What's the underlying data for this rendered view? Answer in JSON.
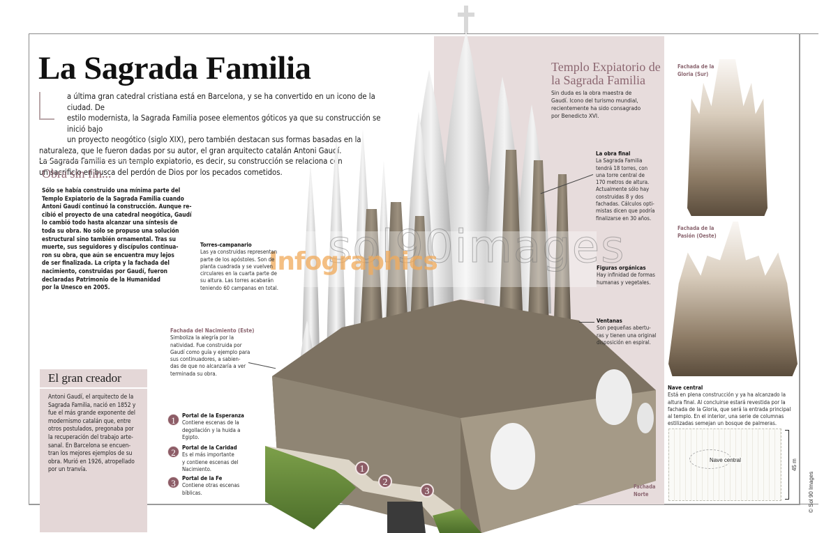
{
  "page": {
    "title": "La Sagrada Familia",
    "intro": {
      "dropcap": "L",
      "lines": [
        "a última gran catedral cristiana está en Barcelona, y se ha convertido en un icono de la ciudad. De",
        "estilo modernista, la Sagrada Familia posee elementos góticos ya que su construcción se inició bajo",
        "un proyecto neogótico (siglo XIX), pero también destacan sus formas basadas en la",
        "naturaleza, que le fueron dadas por su autor, el gran arquitecto catalán Antoni Gaudí.",
        "La Sagrada Familia es un templo expiatorio, es decir, su construcción se relaciona con",
        "un sacrificio en busca del perdón de Dios por los pecados cometidos."
      ]
    }
  },
  "obra_sin_fin": {
    "heading": "Obra sin fin...",
    "lines": [
      "Sólo se había construido una mínima parte del",
      "Templo Expiatorio de la Sagrada Familia cuando",
      "Antoni Gaudí continuó la construcción. Aunque re-",
      "cibió el proyecto de una catedral neogótica, Gaudí",
      "lo cambió todo hasta alcanzar una síntesis de",
      "toda su obra. No sólo se propuso una solución",
      "estructural sino también ornamental. Tras su",
      "muerte, sus seguidores y discípulos continua-",
      "ron su obra, que aún se encuentra muy lejos",
      "de ser finalizada. La cripta y la fachada del",
      "nacimiento, construidas por Gaudí, fueron",
      "declaradas Patrimonio de la Humanidad",
      "por la Unesco en 2005."
    ]
  },
  "gran_creador": {
    "heading": "El gran creador",
    "lines": [
      "Antoni Gaudí, el arquitecto de la",
      "Sagrada Familia, nació en 1852 y",
      "fue el más grande exponente del",
      "modernismo catalán que, entre",
      "otros postulados, pregonaba por",
      "la recuperación del trabajo arte-",
      "sanal. En Barcelona se encuen-",
      "tran los mejores ejemplos de su",
      "obra. Murió en 1926, atropellado",
      "por un tranvía."
    ]
  },
  "callouts": {
    "torres": {
      "title": "Torres-campanario",
      "lines": [
        "Las ya construidas representan",
        "parte de los apóstoles. Son de",
        "planta cuadrada y se vuelven",
        "circulares en la cuarta parte de",
        "su altura. Las torres acabarán",
        "teniendo 60 campanas en total."
      ]
    },
    "nacimiento": {
      "title": "Fachada del Nacimiento (Este)",
      "lines": [
        "Simboliza la alegría por la",
        "natividad. Fue construida por",
        "Gaudí como guía y ejemplo para",
        "sus continuadores, a sabien-",
        "das de que no alcanzaría a ver",
        "terminada su obra."
      ]
    },
    "obra_final": {
      "title": "La obra final",
      "lines": [
        "La Sagrada Familia",
        "tendrá 18 torres, con",
        "una torre central de",
        "170 metros de altura.",
        "Actualmente sólo hay",
        "construidas 8 y dos",
        "fachadas. Cálculos opti-",
        "mistas dicen que podría",
        "finalizarse en 30 años."
      ]
    },
    "figuras": {
      "title": "Figuras orgánicas",
      "lines": [
        "Hay infinidad de formas",
        "humanas y vegetales."
      ]
    },
    "ventanas": {
      "title": "Ventanas",
      "lines": [
        "Son pequeñas abertu-",
        "ras y tienen una original",
        "disposición en espiral."
      ]
    },
    "fachada_norte": [
      "Fachada",
      "Norte"
    ]
  },
  "portales": [
    {
      "num": "1",
      "title": "Portal de la Esperanza",
      "lines": [
        "Contiene escenas de la",
        "degollación y la huida a",
        "Egipto."
      ]
    },
    {
      "num": "2",
      "title": "Portal de la Caridad",
      "lines": [
        "Es el más importante",
        "y contiene escenas del",
        "Nacimiento."
      ]
    },
    {
      "num": "3",
      "title": "Portal de la Fe",
      "lines": [
        "Contiene otras escenas",
        "bíblicas."
      ]
    }
  ],
  "templo": {
    "heading_lines": [
      "Templo Expiatorio de",
      "la Sagrada Familia"
    ],
    "lines": [
      "Sin duda es la obra maestra de",
      "Gaudí. Icono del turismo mundial,",
      "recientemente ha sido consagrado",
      "por Benedicto XVI."
    ]
  },
  "facades": {
    "gloria": [
      "Fachada de la",
      "Gloria (Sur)"
    ],
    "pasion": [
      "Fachada de la",
      "Pasión (Oeste)"
    ]
  },
  "nave": {
    "title": "Nave central",
    "lines": [
      "Está en plena construcción y ya ha alcanzado la",
      "altura final. Al concluirse estará revestida por la",
      "fachada de la Gloria, que será la entrada principal",
      "al templo. En el interior, una serie de columnas",
      "estilizadas semejan un bosque de palmeras."
    ],
    "plan_label": "Nave central",
    "scale_label": "45 m"
  },
  "credit": "© Sol 90 Images",
  "watermark": {
    "filled": "Infographics",
    "outline": "sol90images"
  },
  "colors": {
    "accent_mauve": "#8b6670",
    "panel_pink": "#e7dcdc",
    "badge": "#8d5d67",
    "wm_orange": "#f0aa5a"
  }
}
